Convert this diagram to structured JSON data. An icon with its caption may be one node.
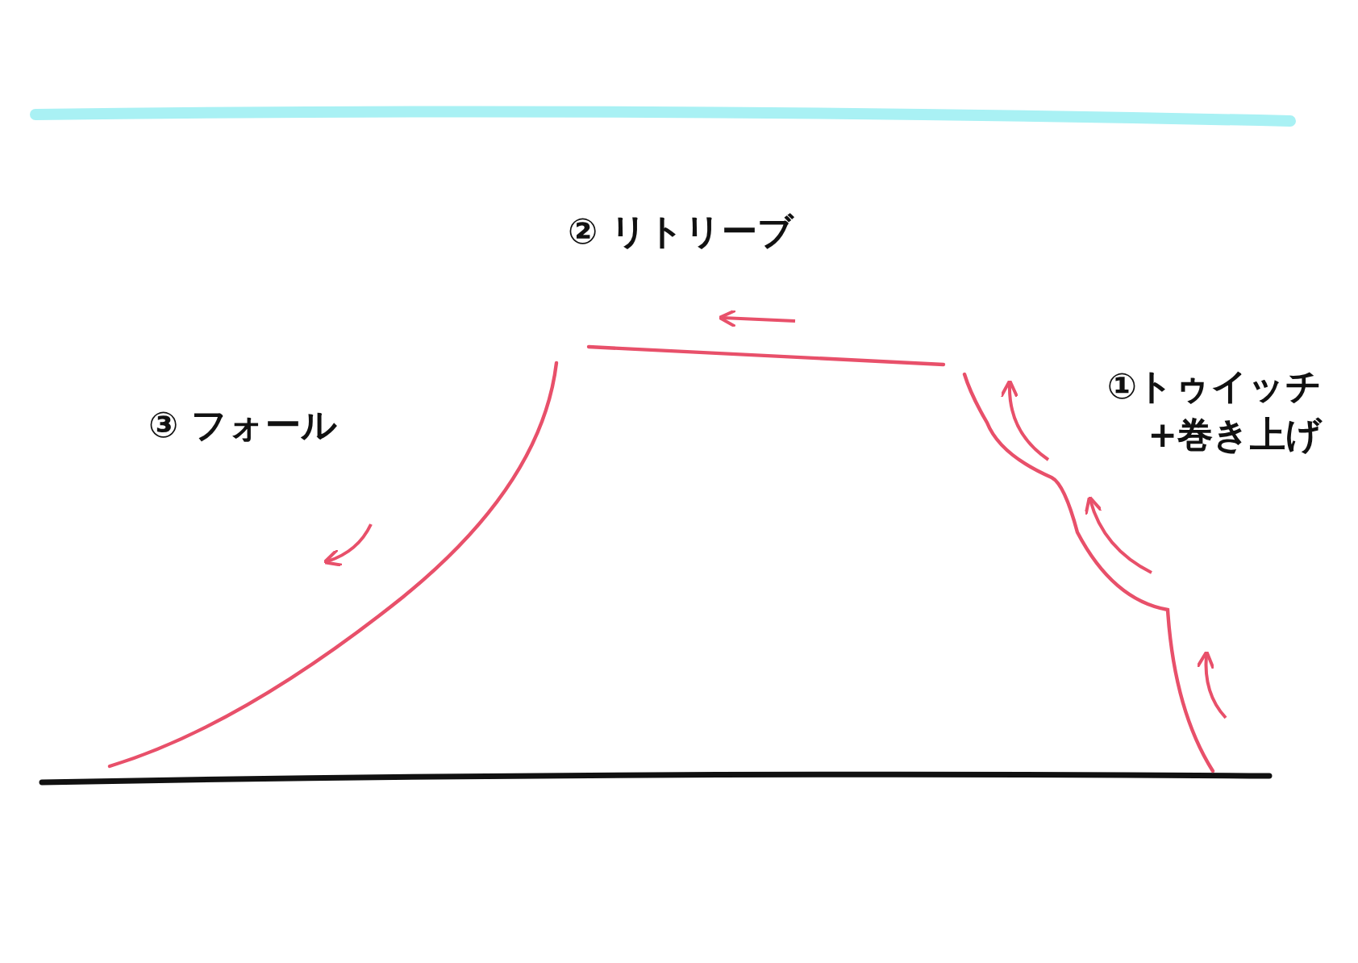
{
  "diagram": {
    "labels": [
      "② リトリーブ",
      "①トゥイッチ +巻き上げ",
      "③ フォール"
    ]
  }
}
